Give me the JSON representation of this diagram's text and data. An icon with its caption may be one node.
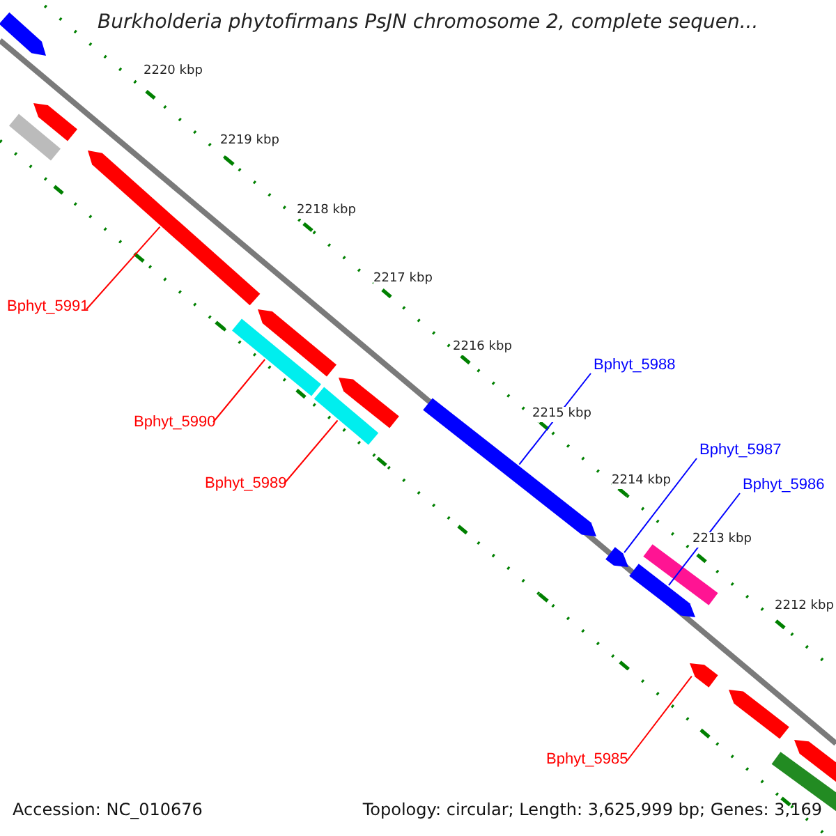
{
  "diagram": {
    "title": "Burkholderia phytofirmans PsJN chromosome 2, complete sequen...",
    "nodes": [
      {
        "text": [],
        "shape": "bar"
      },
      {
        "text": [],
        "shape": "bar"
      },
      {
        "text": [],
        "shape": "bar"
      },
      {
        "text": [],
        "shape": "bar"
      },
      {
        "text": [],
        "shape": "bar"
      },
      {
        "text": [],
        "shape": "bar"
      },
      {
        "text": [],
        "shape": "bar"
      },
      {
        "text": [],
        "shape": "bar"
      },
      {
        "text": [],
        "shape": "bar"
      },
      {
        "text": [],
        "shape": "bar"
      },
      {
        "text": [],
        "shape": "bar"
      },
      {
        "text": [],
        "shape": "bar"
      },
      {
        "text": [],
        "shape": "bar"
      },
      {
        "text": [],
        "shape": "bar"
      },
      {
        "text": [],
        "shape": "bar"
      },
      {
        "text": [],
        "shape": "bar"
      },
      {
        "text": [
          "Bphyt_5991"
        ]
      },
      {
        "text": [
          "Bphyt_5990"
        ]
      },
      {
        "text": [
          "Bphyt_5989"
        ]
      },
      {
        "text": [
          "Bphyt_5988"
        ]
      },
      {
        "text": [
          "Bphyt_5987"
        ]
      },
      {
        "text": [
          "Bphyt_5986"
        ]
      },
      {
        "text": [
          "Bphyt_5985"
        ]
      }
    ],
    "edges": [
      {
        "from": 16,
        "to": 3,
        "arrow": "none"
      },
      {
        "from": 17,
        "to": 5,
        "arrow": "none"
      },
      {
        "from": 18,
        "to": 6,
        "arrow": "none"
      },
      {
        "from": 19,
        "to": 8,
        "arrow": "none",
        "color": "#0000ff"
      },
      {
        "from": 20,
        "to": 9,
        "arrow": "none",
        "color": "#0000ff"
      },
      {
        "from": 21,
        "to": 11,
        "arrow": "none",
        "color": "#0000ff"
      },
      {
        "from": 22,
        "to": 12,
        "arrow": "none"
      }
    ],
    "labels": [
      "2220 kbp",
      "2219 kbp",
      "2218 kbp",
      "2217 kbp",
      "2216 kbp",
      "2215 kbp",
      "2214 kbp",
      "2213 kbp",
      "2212 kbp",
      "Accession: NC_010676",
      "Topology: circular; Length: 3,625,999 bp; Genes: 3,169"
    ]
  }
}
